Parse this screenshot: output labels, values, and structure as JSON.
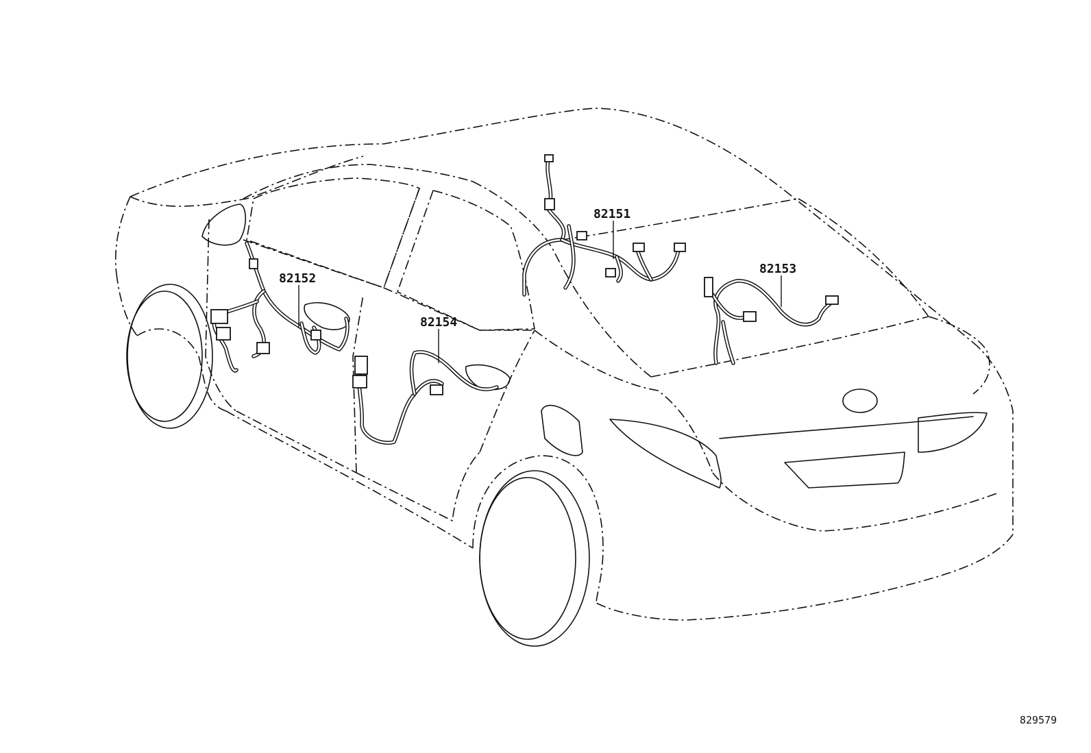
{
  "callouts": {
    "harness_82151": "82151",
    "harness_82152": "82152",
    "harness_82153": "82153",
    "harness_82154": "82154"
  },
  "catalog_id": "829579"
}
